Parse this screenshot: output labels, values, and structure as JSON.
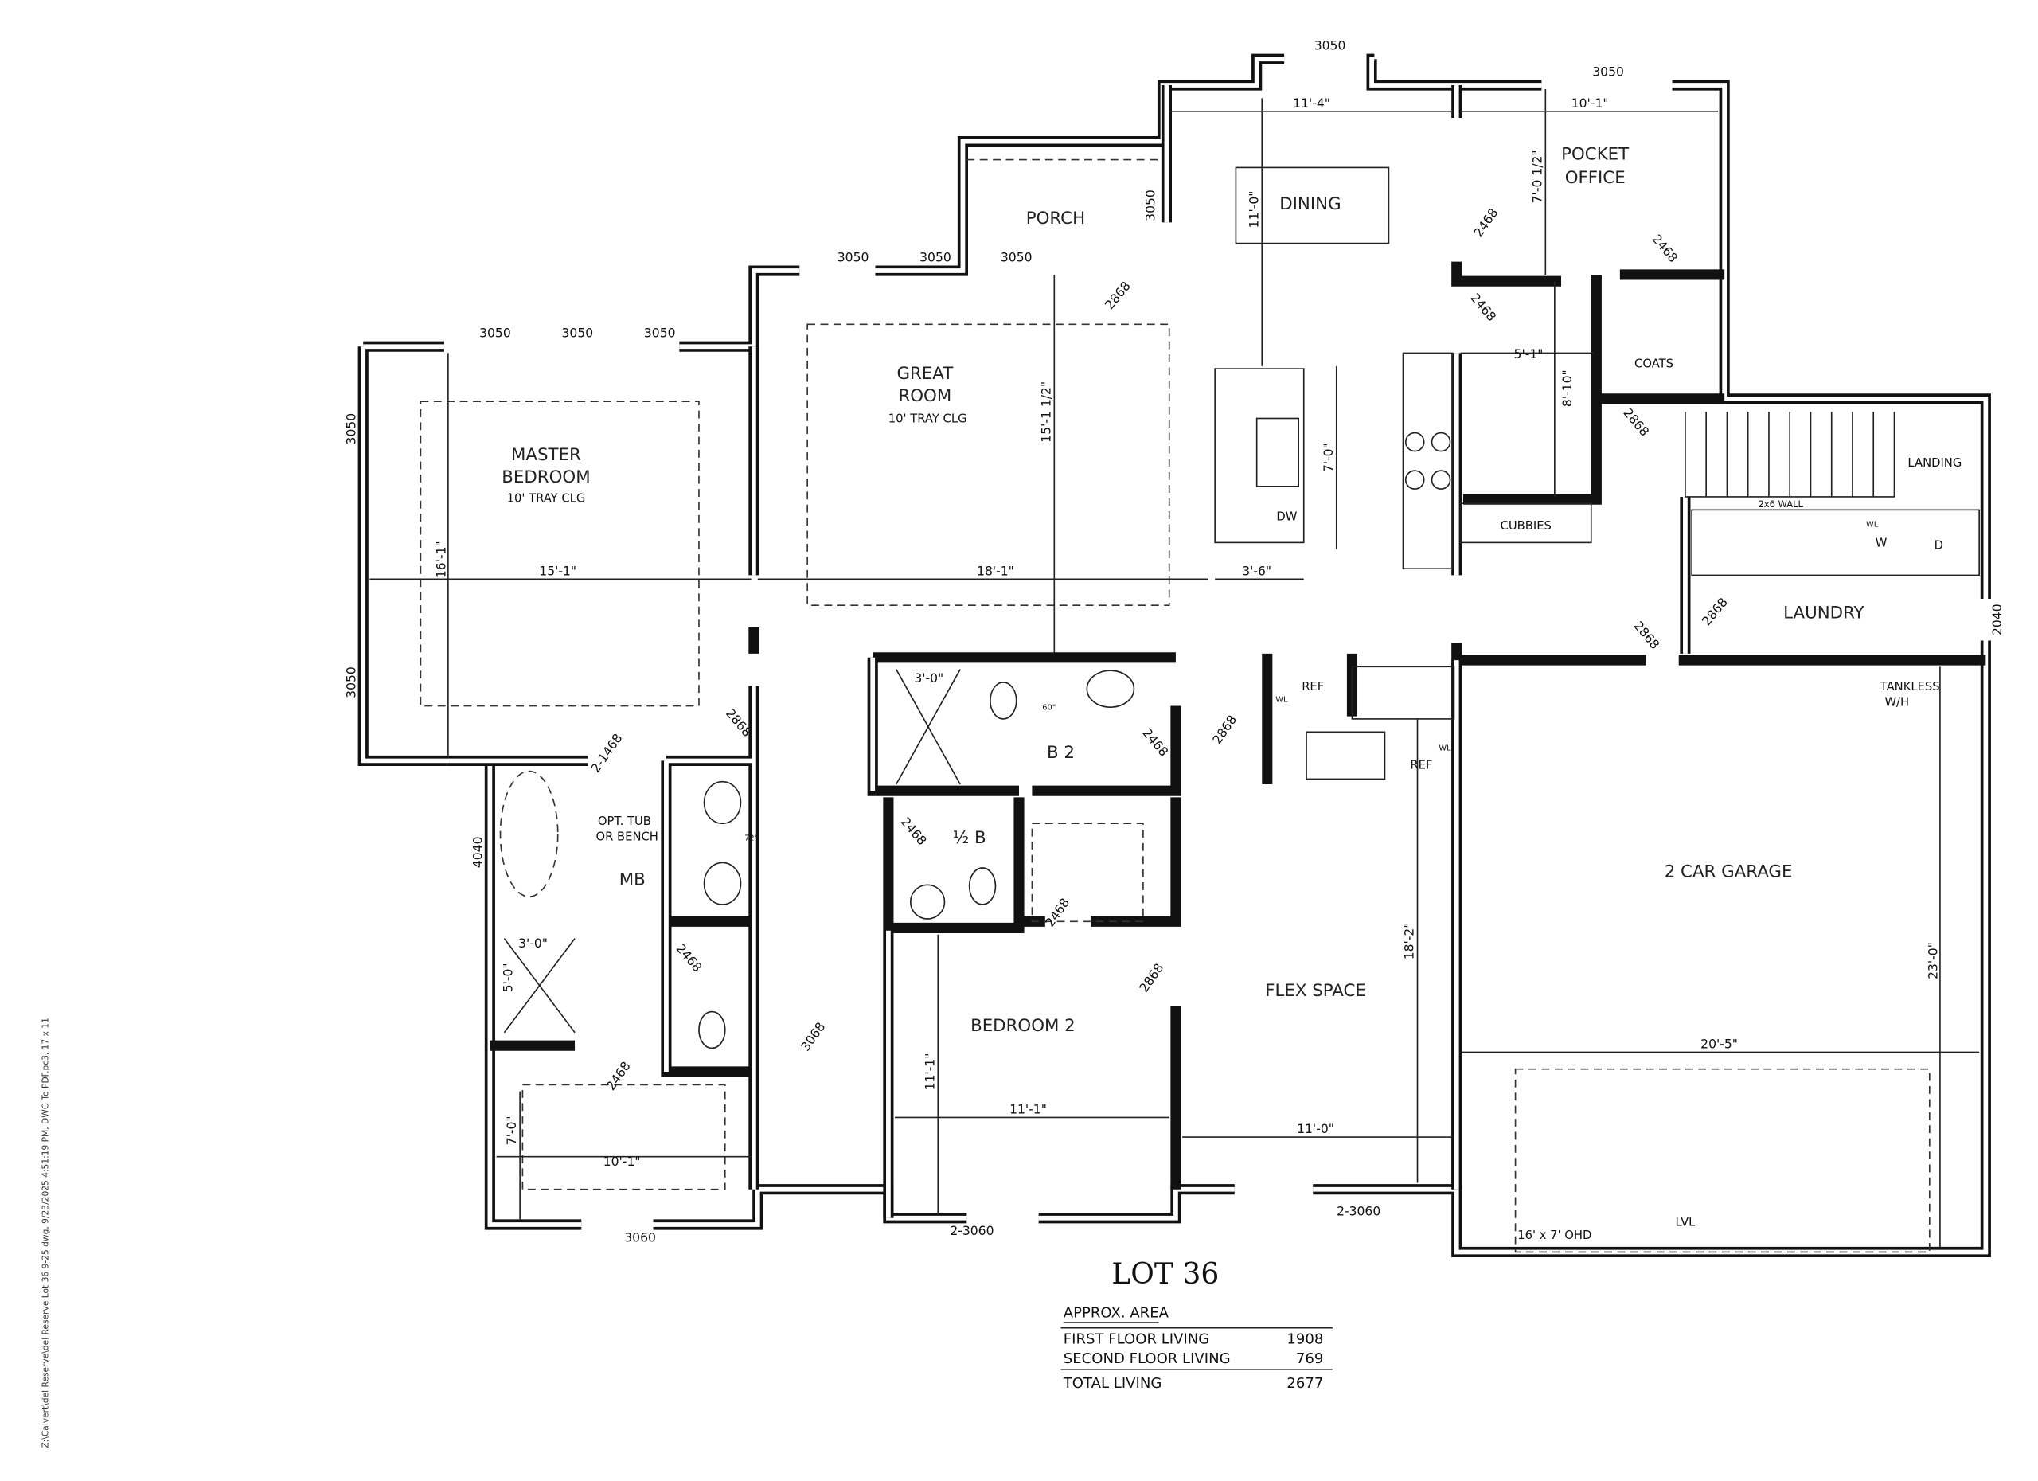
{
  "title": "LOT 36",
  "file_path": "Z:\\Calvert\\del Reserve\\del Reserve  Lot 36  9-25.dwg, 9/23/2025 4:51:19 PM, DWG To PDF.pc3, 17 x 11",
  "rooms": {
    "master_bedroom": [
      "MASTER",
      "BEDROOM"
    ],
    "master_ceiling": "10' TRAY CLG",
    "great_room": [
      "GREAT",
      "ROOM"
    ],
    "great_ceiling": "10' TRAY CLG",
    "porch": "PORCH",
    "dining": "DINING",
    "pocket_office": [
      "POCKET",
      "OFFICE"
    ],
    "coats": "COATS",
    "cubbies": "CUBBIES",
    "landing": "LANDING",
    "laundry": "LAUNDRY",
    "garage": "2 CAR GARAGE",
    "flex": "FLEX SPACE",
    "bedroom2": "BEDROOM 2",
    "b2": "B 2",
    "half_bath": "½ B",
    "mb": "MB"
  },
  "notes": {
    "opt_tub": [
      "OPT. TUB",
      "OR BENCH"
    ],
    "wall_2x6": "2x6 WALL",
    "tankless": [
      "TANKLESS",
      "W/H"
    ],
    "ohd": "16' x 7' OHD",
    "lvl": "LVL",
    "dw": "DW",
    "ref1": "REF",
    "ref2": "REF",
    "wl1": "WL",
    "wl2": "WL",
    "wl3": "WL",
    "washer": "W",
    "dryer": "D",
    "vanity_72": "72\"",
    "vanity_60": "60\""
  },
  "dimensions": {
    "dining_w": "11'-4\"",
    "dining_d": "11'-0\"",
    "office_w": "10'-1\"",
    "office_d": "7'-0 1/2\"",
    "mudroom_w": "5'-1\"",
    "mudroom_d": "8'-10\"",
    "master_w": "15'-1\"",
    "master_d": "16'-1\"",
    "great_w": "18'-1\"",
    "great_d": "15'-1 1/2\"",
    "island_w": "3'-6\"",
    "island_d": "7'-0\"",
    "flex_d": "18'-2\"",
    "flex_w": "11'-0\"",
    "garage_w": "20'-5\"",
    "garage_d": "23'-0\"",
    "bed2_w": "11'-1\"",
    "bed2_d": "11'-1\"",
    "closet_w": "10'-1\"",
    "closet_d": "7'-0\"",
    "shower_w": "3'-0\"",
    "shower_d": "5'-0\"",
    "b2_shower": "3'-0\""
  },
  "windows": [
    "3050",
    "3050",
    "3050",
    "3050",
    "3050",
    "3050",
    "3050",
    "3050",
    "3050",
    "3050",
    "3050",
    "4040",
    "3060",
    "2-3060",
    "2-3060",
    "2040"
  ],
  "doors": [
    "2868",
    "2468",
    "2468",
    "2468",
    "2868",
    "2868",
    "2868",
    "2-1468",
    "2868",
    "2468",
    "2468",
    "2868",
    "2468",
    "2468",
    "2468",
    "3068",
    "2868",
    "2468"
  ],
  "area": {
    "heading": "APPROX. AREA",
    "rows": [
      {
        "label": "FIRST FLOOR LIVING",
        "value": "1908"
      },
      {
        "label": "SECOND FLOOR LIVING",
        "value": "769"
      }
    ],
    "total": {
      "label": "TOTAL LIVING",
      "value": "2677"
    }
  }
}
